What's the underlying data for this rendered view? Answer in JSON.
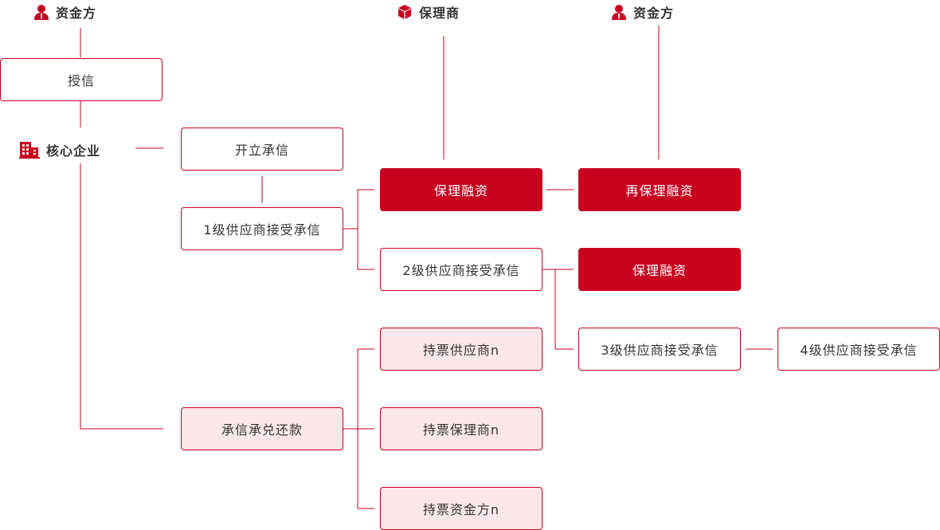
{
  "colors": {
    "accent": "#c8001e",
    "pink_fill": "#fbe7e9",
    "text": "#333333"
  },
  "actors": {
    "funder_left": {
      "icon": "person-icon",
      "label": "资金方"
    },
    "factor": {
      "icon": "box-icon",
      "label": "保理商"
    },
    "funder_right": {
      "icon": "person-icon",
      "label": "资金方"
    },
    "core": {
      "icon": "building-icon",
      "label": "核心企业"
    }
  },
  "nodes": {
    "credit_grant": "授信",
    "issue_credit": "开立承信",
    "tier1_accept": "1级供应商接受承信",
    "factoring_1": "保理融资",
    "refactoring": "再保理融资",
    "tier2_accept": "2级供应商接受承信",
    "factoring_2": "保理融资",
    "tier3_accept": "3级供应商接受承信",
    "tier4_accept": "4级供应商接受承信",
    "holder_supplier": "持票供应商n",
    "repayment": "承信承兑还款",
    "holder_factor": "持票保理商n",
    "holder_funder": "持票资金方n"
  }
}
